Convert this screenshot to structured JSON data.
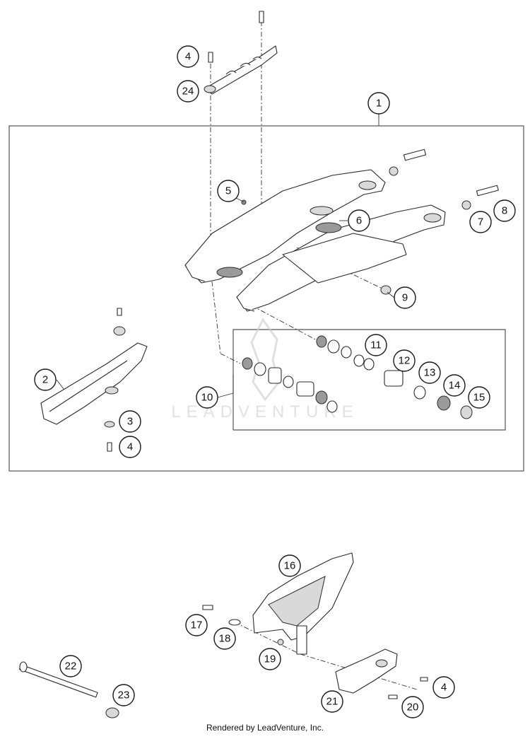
{
  "callouts": [
    "1",
    "2",
    "3",
    "4",
    "5",
    "6",
    "7",
    "8",
    "9",
    "10",
    "11",
    "12",
    "13",
    "14",
    "15",
    "16",
    "17",
    "18",
    "19",
    "20",
    "21",
    "22",
    "23",
    "24"
  ],
  "watermark": "LEADVENTURE",
  "footer": "Rendered by LeadVenture, Inc."
}
